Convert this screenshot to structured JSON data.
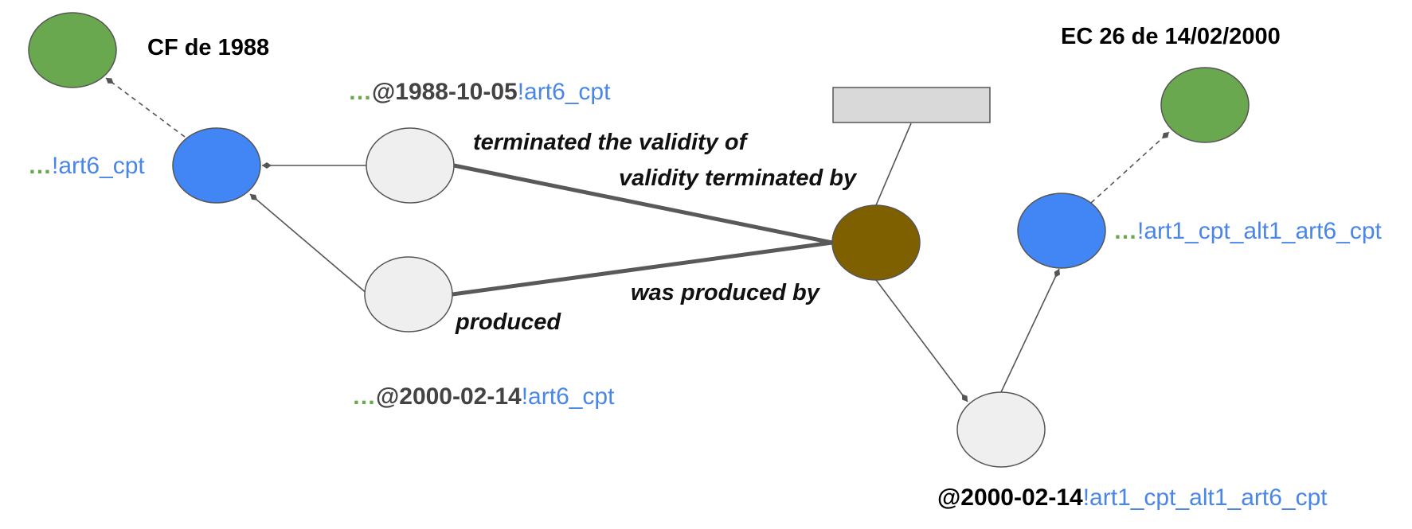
{
  "colors": {
    "green": "#6aa84f",
    "blue": "#4285f4",
    "light_gray": "#efefef",
    "brown": "#7f6000",
    "rect_gray": "#d9d9d9",
    "edge": "#555555",
    "label_blue": "#4a86e8",
    "label_green": "#6aa84f",
    "label_dark": "#434343"
  },
  "titles": {
    "left": "CF de 1988",
    "right": "EC 26 de 14/02/2000"
  },
  "labels": {
    "art6_work": {
      "ellipsis": "…",
      "id": "!art6_cpt"
    },
    "expr_1988": {
      "ellipsis": "…",
      "date": "@1988-10-05",
      "id": "!art6_cpt"
    },
    "expr_2000": {
      "ellipsis": "…",
      "date": "@2000-02-14",
      "id": "!art6_cpt"
    },
    "art1_work": {
      "ellipsis": "…",
      "id": "!art1_cpt_alt1_art6_cpt"
    },
    "art1_expr": {
      "date": "@2000-02-14",
      "id": "!art1_cpt_alt1_art6_cpt"
    }
  },
  "relations": {
    "terminated": "terminated the validity of",
    "terminated_by": "validity terminated by",
    "produced_by": "was produced by",
    "produced": "produced"
  },
  "nodes": [
    {
      "name": "node-cf1988",
      "color": "green"
    },
    {
      "name": "node-art6-work",
      "color": "blue"
    },
    {
      "name": "node-expr-1988",
      "color": "light_gray"
    },
    {
      "name": "node-expr-2000",
      "color": "light_gray"
    },
    {
      "name": "node-event",
      "color": "brown"
    },
    {
      "name": "node-ec26",
      "color": "green"
    },
    {
      "name": "node-art1-work",
      "color": "blue"
    },
    {
      "name": "node-art1-expr",
      "color": "light_gray"
    }
  ]
}
